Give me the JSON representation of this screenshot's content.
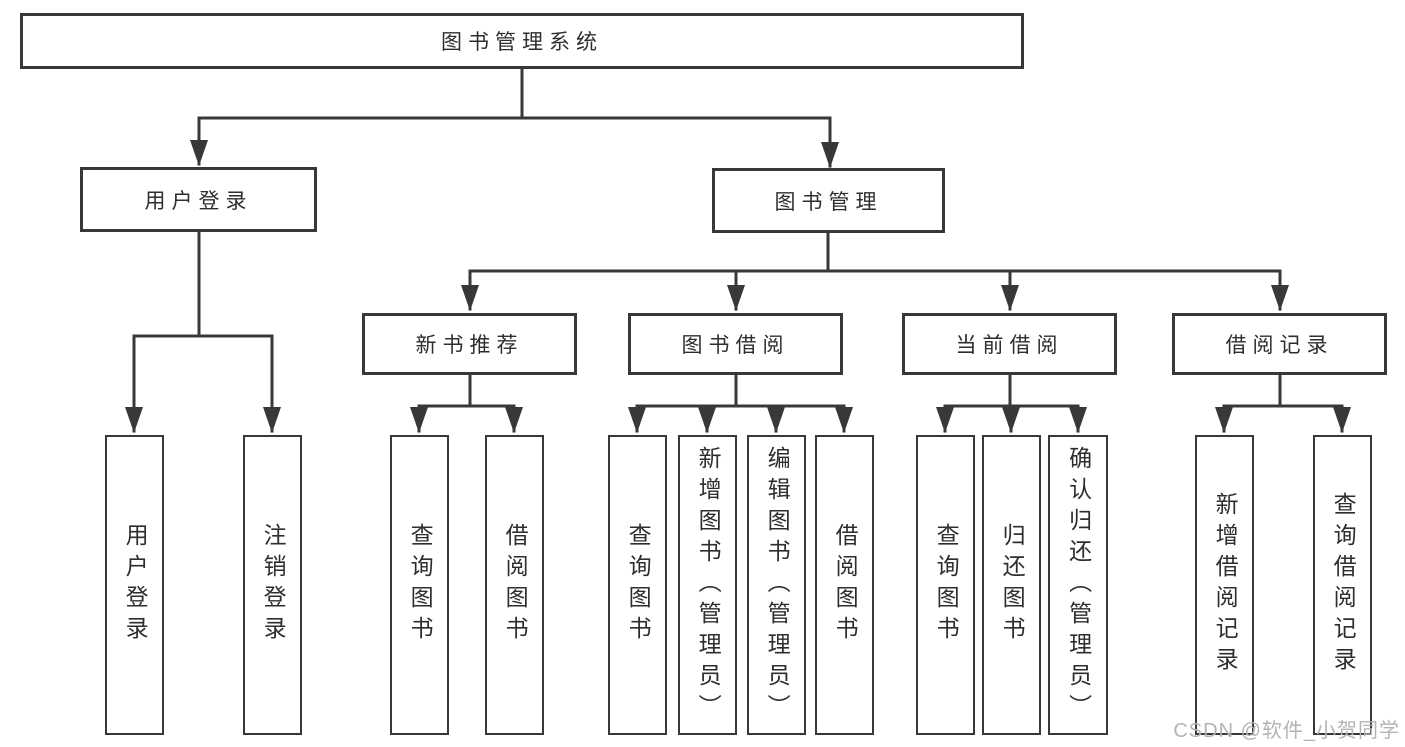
{
  "diagram": {
    "root": {
      "label": "图书管理系统"
    },
    "level2": [
      {
        "label": "用户登录"
      },
      {
        "label": "图书管理"
      }
    ],
    "level3": [
      {
        "label": "新书推荐",
        "parent": "图书管理"
      },
      {
        "label": "图书借阅",
        "parent": "图书管理"
      },
      {
        "label": "当前借阅",
        "parent": "图书管理"
      },
      {
        "label": "借阅记录",
        "parent": "图书管理"
      }
    ],
    "leaves": [
      {
        "label": "用户登录",
        "parent": "用户登录"
      },
      {
        "label": "注销登录",
        "parent": "用户登录"
      },
      {
        "label": "查询图书",
        "parent": "新书推荐"
      },
      {
        "label": "借阅图书",
        "parent": "新书推荐"
      },
      {
        "label": "查询图书",
        "parent": "图书借阅"
      },
      {
        "label": "新增图书（管理员）",
        "parent": "图书借阅"
      },
      {
        "label": "编辑图书（管理员）",
        "parent": "图书借阅"
      },
      {
        "label": "借阅图书",
        "parent": "图书借阅"
      },
      {
        "label": "查询图书",
        "parent": "当前借阅"
      },
      {
        "label": "归还图书",
        "parent": "当前借阅"
      },
      {
        "label": "确认归还（管理员）",
        "parent": "当前借阅"
      },
      {
        "label": "新增借阅记录",
        "parent": "借阅记录"
      },
      {
        "label": "查询借阅记录",
        "parent": "借阅记录"
      }
    ],
    "watermark": "CSDN @软件_小贺同学",
    "colors": {
      "line": "#383838",
      "text": "#2e2e2e",
      "watermark": "#b3b3b3",
      "background": "#ffffff"
    }
  }
}
